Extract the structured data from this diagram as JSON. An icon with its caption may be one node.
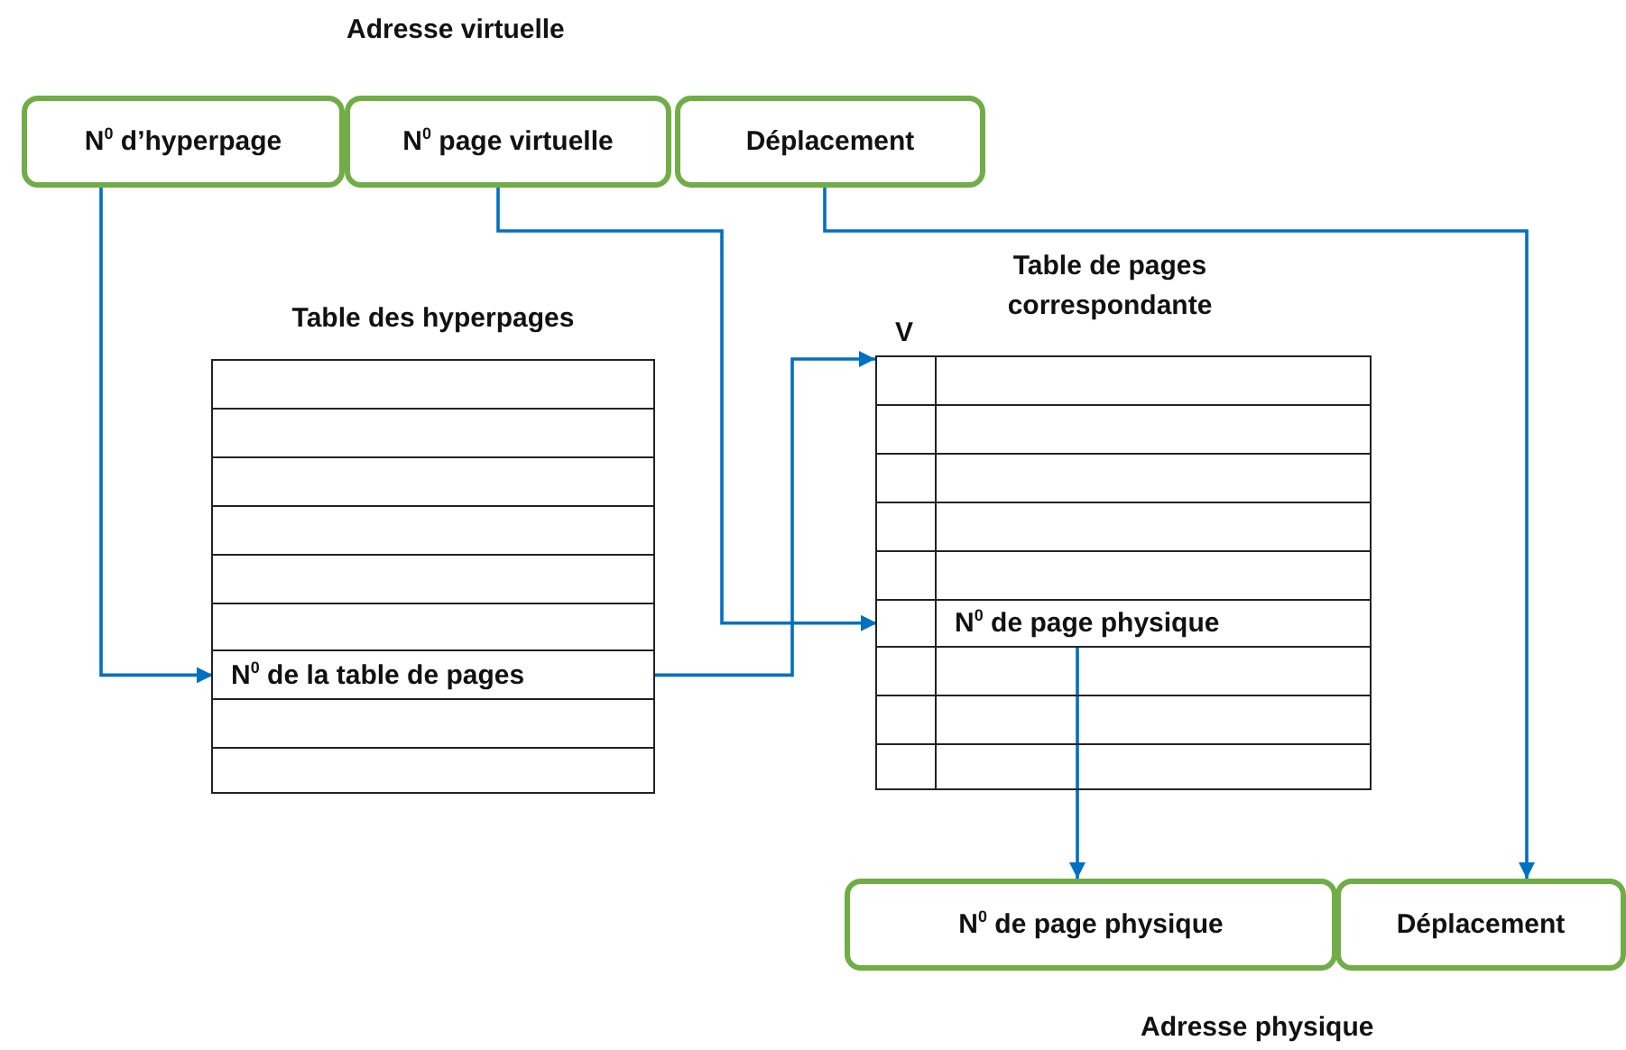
{
  "diagram": {
    "nodes": [
      {
        "text": [
          "N$^{0}$ d’hyperpage"
        ]
      },
      {
        "text": [
          "N$^{0}$ page virtuelle"
        ]
      },
      {
        "text": [
          "Déplacement"
        ]
      },
      {
        "text": [
          "Table des hyperpages"
        ]
      },
      {
        "text": [
          "N$^{0}$ de la table de pages"
        ],
        "in": 3
      },
      {
        "text": [
          "Table de pages correspondante"
        ]
      },
      {
        "text": [
          "N$^{0}$ de page physique"
        ],
        "in": 5
      },
      {
        "text": [
          "N$^{0}$ de page physique"
        ]
      },
      {
        "text": [
          "Déplacement"
        ]
      }
    ],
    "edges": [
      {
        "from": 0,
        "to": 4,
        "arrow": "to"
      },
      {
        "from": 4,
        "to": 5,
        "arrow": "to"
      },
      {
        "from": 1,
        "to": 6,
        "arrow": "to"
      },
      {
        "from": 6,
        "to": 7,
        "arrow": "to"
      },
      {
        "from": 2,
        "to": 8,
        "arrow": "to"
      }
    ],
    "labels": [
      "Adresse virtuelle",
      "V",
      "Adresse physique"
    ]
  }
}
